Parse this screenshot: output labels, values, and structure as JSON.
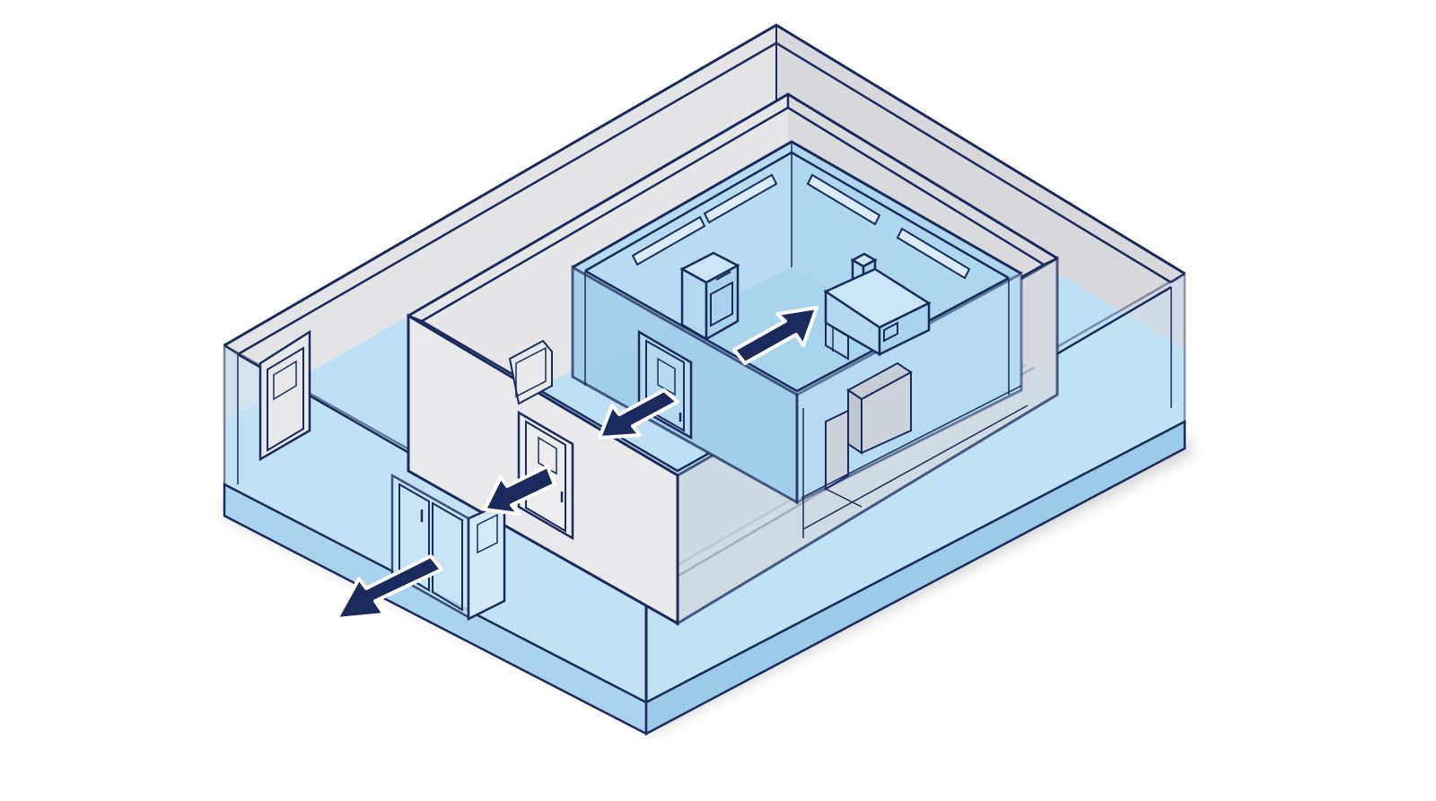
{
  "diagram": {
    "kind": "isometric-floor-plan",
    "labels": [],
    "colors": {
      "background": "#ffffff",
      "outline": "#1b2a5c",
      "arrow_fill": "#1b2a5c",
      "arrow_edge": "#ffffff",
      "wall_gray": "#e4e4e6",
      "wall_gray_dark": "#d8d8dc",
      "floor_blue": "#bfe0f4",
      "cleanroom_blue": "#aed6ee",
      "glass_blue": "#b8ddf2",
      "shadow": "#9a9a9a"
    },
    "zones": [
      {
        "id": "outer-enclosure",
        "icon": "outer-building-shell"
      },
      {
        "id": "middle-room",
        "icon": "anteroom"
      },
      {
        "id": "inner-room",
        "icon": "cleanroom-core"
      }
    ],
    "equipment": [
      {
        "id": "cabinet",
        "icon": "equipment-cabinet-icon"
      },
      {
        "id": "machine",
        "icon": "processing-machine-icon"
      },
      {
        "id": "bench",
        "icon": "bench-icon"
      }
    ],
    "flow_arrows": [
      {
        "id": "flow-1",
        "from": "machine",
        "to": "cabinet-area",
        "direction": "bidirectional-toward-upper-right"
      },
      {
        "id": "flow-2",
        "from": "inner-room",
        "to": "middle-room",
        "direction": "outward"
      },
      {
        "id": "flow-3",
        "from": "middle-room",
        "to": "outer-enclosure",
        "direction": "outward"
      },
      {
        "id": "flow-4",
        "from": "outer-enclosure",
        "to": "exterior",
        "direction": "outward"
      }
    ]
  }
}
